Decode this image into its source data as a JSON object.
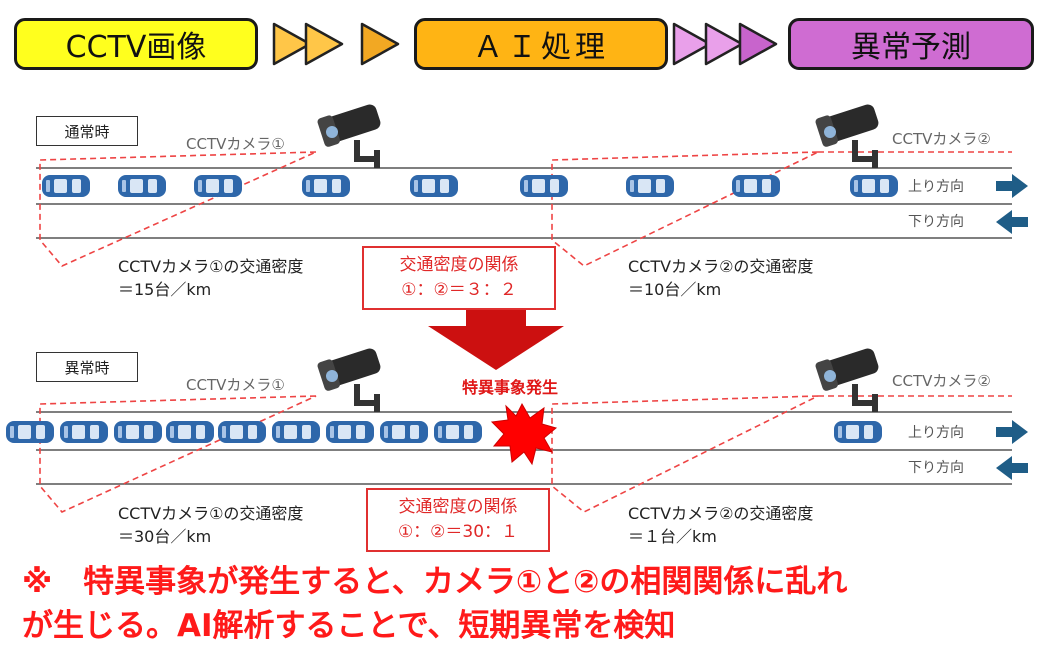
{
  "flow": {
    "step1": "CCTV画像",
    "step2": "ＡＩ処理",
    "step3": "異常予測",
    "colors": {
      "step1": "#ffff1e",
      "step2": "#ffb414",
      "step3": "#cf6cd2",
      "arrow_a": "#ffc648",
      "arrow_b": "#f2a823",
      "arrow_c": "#e9a0ea",
      "arrow_d": "#c864cc"
    }
  },
  "normal": {
    "label": "通常時",
    "camera1": "CCTVカメラ①",
    "camera2": "CCTVカメラ②",
    "up": "上り方向",
    "down": "下り方向",
    "density1": [
      "CCTVカメラ①の交通密度",
      "＝15台／km"
    ],
    "density2": [
      "CCTVカメラ②の交通密度",
      "＝10台／km"
    ],
    "relation": [
      "交通密度の関係",
      "①：②＝３：２"
    ]
  },
  "abnormal": {
    "label": "異常時",
    "camera1": "CCTVカメラ①",
    "camera2": "CCTVカメラ②",
    "up": "上り方向",
    "down": "下り方向",
    "incident": "特異事象発生",
    "density1": [
      "CCTVカメラ①の交通密度",
      "＝30台／km"
    ],
    "density2": [
      "CCTVカメラ②の交通密度",
      "＝１台／km"
    ],
    "relation": [
      "交通密度の関係",
      "①：②＝30：１"
    ]
  },
  "note": [
    "※　特異事象が発生すると、カメラ①と②の相関関係に乱れ",
    "が生じる。AI解析することで、短期異常を検知"
  ],
  "icons": {
    "car": "car-icon",
    "camera": "cctv-camera-icon",
    "direction": "arrow-icon",
    "transition": "down-arrow-icon",
    "incident": "explosion-icon"
  }
}
